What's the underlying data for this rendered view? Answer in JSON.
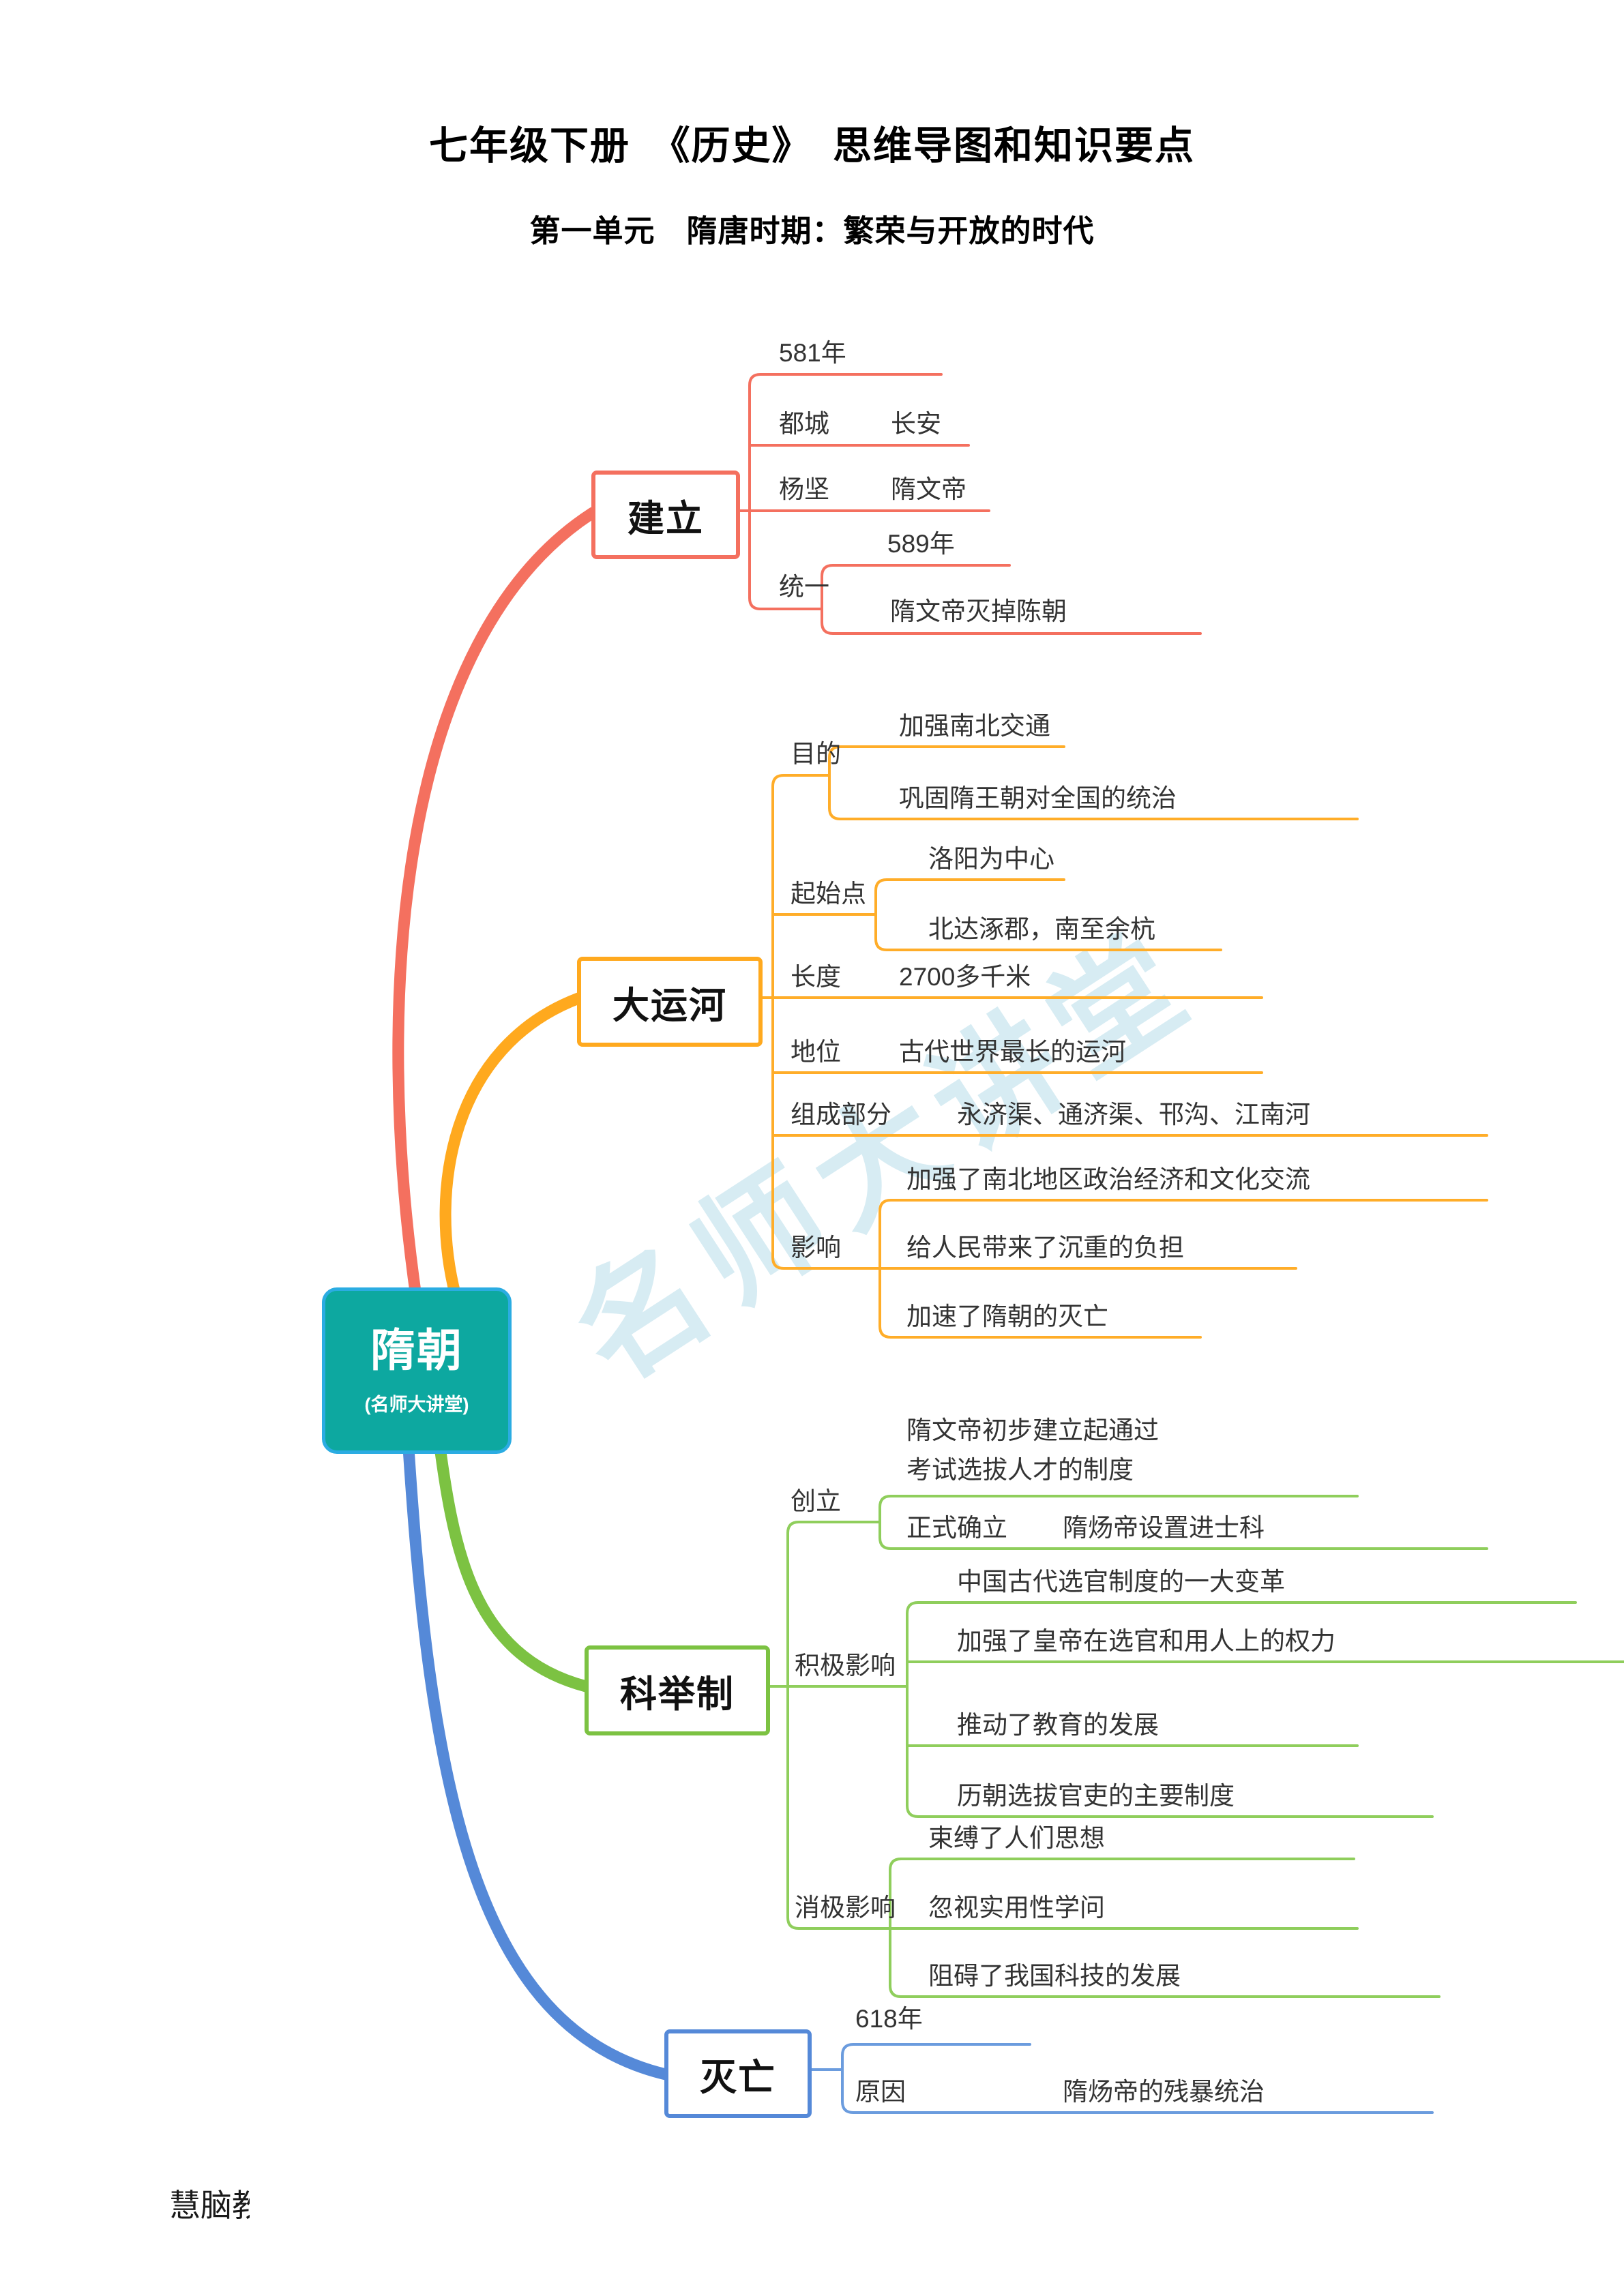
{
  "page": {
    "title": "七年级下册　《历史》　思维导图和知识要点",
    "subtitle": "第一单元　隋唐时期：繁荣与开放的时代",
    "diagonal_watermark": "名师大讲堂",
    "footer_watermark": "慧脑教"
  },
  "colors": {
    "red": "#F4705F",
    "orange": "#FFA91E",
    "orange_line": "#FFAD29",
    "green": "#7CC242",
    "green_line": "#8FCE5C",
    "blue": "#5589D8",
    "blue_line": "#6B9CDE",
    "teal_fill": "#0DA8A0",
    "teal_border": "#2BACE2"
  },
  "root": {
    "label": "隋朝",
    "sublabel": "(名师大讲堂)"
  },
  "branches": [
    {
      "label": "建立",
      "children": [
        {
          "label": "581年"
        },
        {
          "label": "都城",
          "value": "长安"
        },
        {
          "label": "杨坚",
          "value": "隋文帝"
        },
        {
          "label": "统一",
          "children": [
            {
              "label": "589年"
            },
            {
              "label": "隋文帝灭掉陈朝"
            }
          ]
        }
      ]
    },
    {
      "label": "大运河",
      "children": [
        {
          "label": "目的",
          "children": [
            {
              "label": "加强南北交通"
            },
            {
              "label": "巩固隋王朝对全国的统治"
            }
          ]
        },
        {
          "label": "起始点",
          "children": [
            {
              "label": "洛阳为中心"
            },
            {
              "label": "北达涿郡，南至余杭"
            }
          ]
        },
        {
          "label": "长度",
          "value": "2700多千米"
        },
        {
          "label": "地位",
          "value": "古代世界最长的运河"
        },
        {
          "label": "组成部分",
          "value": "永济渠、通济渠、邗沟、江南河"
        },
        {
          "label": "影响",
          "children": [
            {
              "label": "加强了南北地区政治经济和文化交流"
            },
            {
              "label": "给人民带来了沉重的负担"
            },
            {
              "label": "加速了隋朝的灭亡"
            }
          ]
        }
      ]
    },
    {
      "label": "科举制",
      "children": [
        {
          "label": "创立",
          "children": [
            {
              "label": "隋文帝初步建立起通过",
              "label2": "考试选拔人才的制度"
            },
            {
              "label": "正式确立",
              "value": "隋炀帝设置进士科"
            }
          ]
        },
        {
          "label": "积极影响",
          "children": [
            {
              "label": "中国古代选官制度的一大变革"
            },
            {
              "label": "加强了皇帝在选官和用人上的权力"
            },
            {
              "label": "推动了教育的发展"
            },
            {
              "label": "历朝选拔官吏的主要制度"
            }
          ]
        },
        {
          "label": "消极影响",
          "children": [
            {
              "label": "束缚了人们思想"
            },
            {
              "label": "忽视实用性学问"
            },
            {
              "label": "阻碍了我国科技的发展"
            }
          ]
        }
      ]
    },
    {
      "label": "灭亡",
      "children": [
        {
          "label": "618年"
        },
        {
          "label": "原因",
          "value": "隋炀帝的残暴统治"
        }
      ]
    }
  ]
}
